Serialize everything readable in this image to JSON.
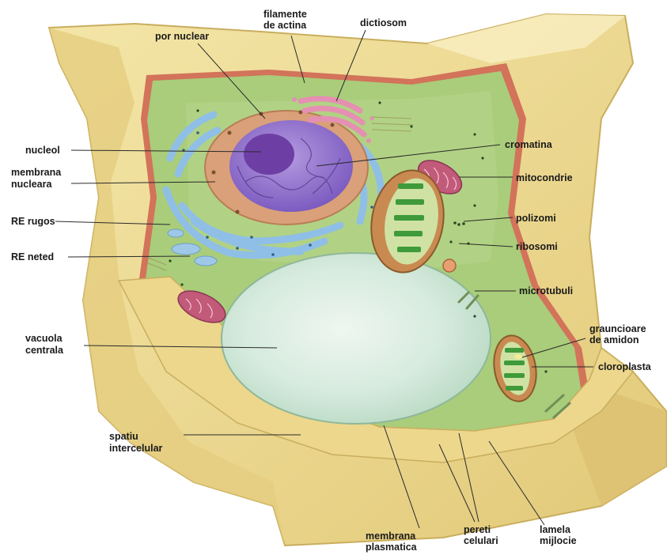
{
  "labels": {
    "por_nuclear": "por nuclear",
    "filamente_de_actina": [
      "filamente",
      "de actina"
    ],
    "dictiosom": "dictiosom",
    "nucleol": "nucleol",
    "cromatina": "cromatina",
    "membrana_nucleara": [
      "membrana",
      "nucleara"
    ],
    "mitocondrie": "mitocondrie",
    "re_rugos": "RE rugos",
    "polizomi": "polizomi",
    "re_neted": "RE neted",
    "ribosomi": "ribosomi",
    "microtubuli": "microtubuli",
    "vacuola_centrala": [
      "vacuola",
      "centrala"
    ],
    "graunciore_de_amidon": [
      "grauncioare",
      "de amidon"
    ],
    "cloroplasta": "cloroplasta",
    "spatiu_intercelular": [
      "spatiu",
      "intercelular"
    ],
    "membrana_plasmatica": [
      "membrana",
      "plasmatica"
    ],
    "pereti_celulari": [
      "pereti",
      "celulari"
    ],
    "lamela_mijlocie": [
      "lamela",
      "mijlocie"
    ]
  },
  "colors": {
    "cell_wall": "#eedc96",
    "cell_wall_shadow": "#d8c070",
    "cytoplasm": "#a9cd7a",
    "plasma_membrane": "#d2735a",
    "nucleus_envelope": "#d9a079",
    "nucleoplasm": "#9c7fd0",
    "nucleolus": "#6d3fa4",
    "er": "#8fbfe6",
    "golgi": "#e58fb2",
    "mitochondrion": "#c25a7a",
    "chloroplast": "#3f9a3a",
    "vacuole": "#dfeee4"
  }
}
